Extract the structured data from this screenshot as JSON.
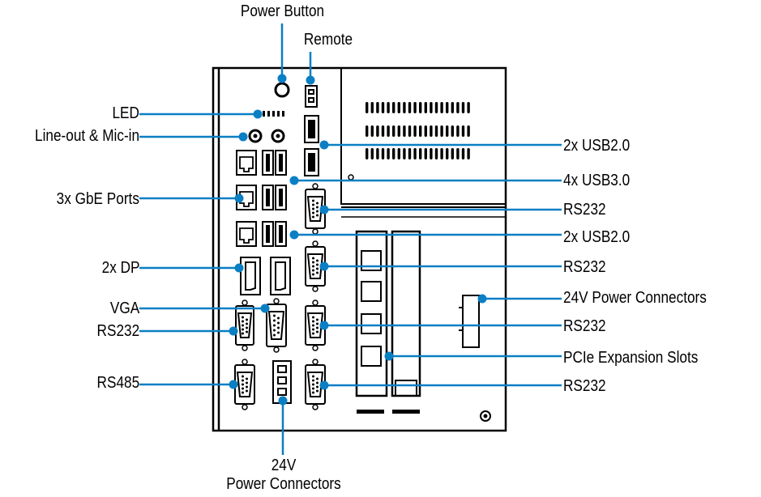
{
  "labels": {
    "power_button": "Power Button",
    "remote": "Remote",
    "led": "LED",
    "line_out_mic_in": "Line-out & Mic-in",
    "gbe_ports": "3x GbE Ports",
    "dp": "2x DP",
    "vga": "VGA",
    "rs232_left": "RS232",
    "rs485": "RS485",
    "power_bottom_line1": "24V",
    "power_bottom_line2": "Power Connectors",
    "usb20_top": "2x USB2.0",
    "usb30": "4x USB3.0",
    "rs232_r1": "RS232",
    "usb20_mid": "2x USB2.0",
    "rs232_r2": "RS232",
    "power_right": "24V  Power Connectors",
    "rs232_r3": "RS232",
    "pcie": "PCIe Expansion Slots",
    "rs232_r4": "RS232"
  },
  "colors": {
    "leader": "#0a7fc4",
    "outline": "#000000",
    "text": "#000000"
  }
}
